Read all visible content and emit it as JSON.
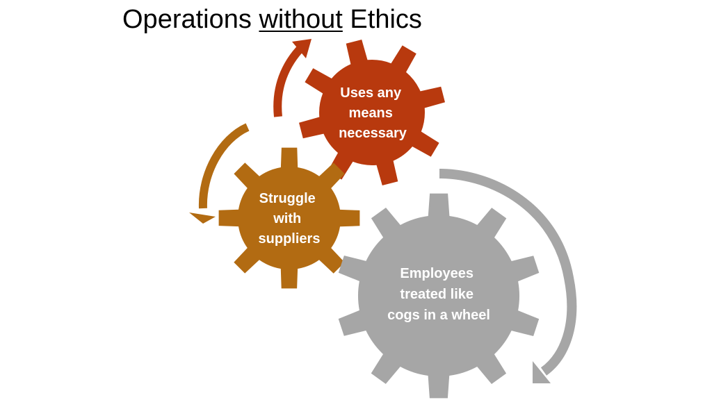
{
  "title": {
    "part1": "Operations ",
    "part2": "without",
    "part3": " Ethics"
  },
  "gears": [
    {
      "lines": [
        "Uses any",
        "means",
        "necessary"
      ],
      "color": "#b8390e"
    },
    {
      "lines": [
        "Struggle",
        "with",
        "suppliers"
      ],
      "color": "#b26b12"
    },
    {
      "lines": [
        "Employees",
        "treated like",
        "cogs in a wheel"
      ],
      "color": "#a6a6a6"
    }
  ],
  "arrows": [
    {
      "color": "#b8390e"
    },
    {
      "color": "#b26b12"
    },
    {
      "color": "#a6a6a6"
    }
  ]
}
